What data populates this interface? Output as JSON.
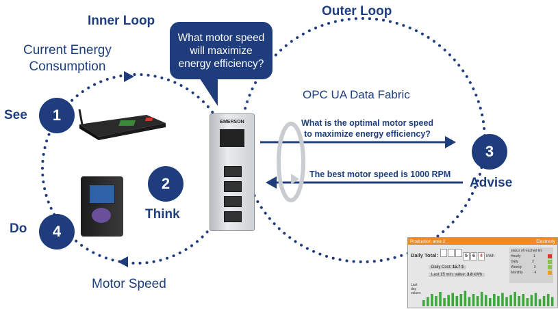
{
  "labels": {
    "inner_loop": "Inner Loop",
    "outer_loop": "Outer Loop",
    "current_energy": "Current Energy\nConsumption",
    "motor_speed": "Motor Speed",
    "opc_ua": "OPC UA Data Fabric"
  },
  "bubble": {
    "question": "What motor speed will maximize energy efficiency?"
  },
  "steps": [
    {
      "number": "1",
      "label": "See"
    },
    {
      "number": "2",
      "label": "Think"
    },
    {
      "number": "3",
      "label": "Advise"
    },
    {
      "number": "4",
      "label": "Do"
    }
  ],
  "arrows": {
    "query": "What is the optimal motor speed\nto maximize energy efficiency?",
    "reply": "The best motor speed is 1000 RPM"
  },
  "device": {
    "brand": "EMERSON"
  },
  "dashboard": {
    "title": "Production area 2",
    "category": "Electricity",
    "daily_total_label": "Daily Total:",
    "daily_total_digits": [
      "",
      "",
      "",
      "5",
      "6",
      "4"
    ],
    "unit": "kWh",
    "daily_cost_label": "Daily Cost:",
    "daily_cost_value": "15.7",
    "daily_cost_unit": "$",
    "last_value_label": "Last 15 min. value:",
    "last_value": "3.8",
    "last_value_unit": "kWh",
    "side_title": "status of reached lim",
    "side_rows": [
      {
        "label": "Hourly",
        "value": "1",
        "color": "#d23a2a"
      },
      {
        "label": "Daily",
        "value": "2",
        "color": "#8ac24a"
      },
      {
        "label": "Weekly",
        "value": "3",
        "color": "#8ac24a"
      },
      {
        "label": "Monthly",
        "value": "4",
        "color": "#e8a020"
      }
    ],
    "chart_axis_label": "Last\nday\nvalues",
    "bar_values": [
      0.3,
      0.45,
      0.6,
      0.5,
      0.7,
      0.4,
      0.55,
      0.65,
      0.5,
      0.6,
      0.75,
      0.45,
      0.6,
      0.5,
      0.7,
      0.55,
      0.4,
      0.6,
      0.5,
      0.65,
      0.45,
      0.55,
      0.7,
      0.5,
      0.6,
      0.4,
      0.55,
      0.65,
      0.35,
      0.5,
      0.6,
      0.45
    ],
    "bar_color": "#3aa83a"
  },
  "colors": {
    "navy": "#1f3d7d",
    "dots": "#1f3d7d",
    "arrow": "#1f3d7d"
  }
}
